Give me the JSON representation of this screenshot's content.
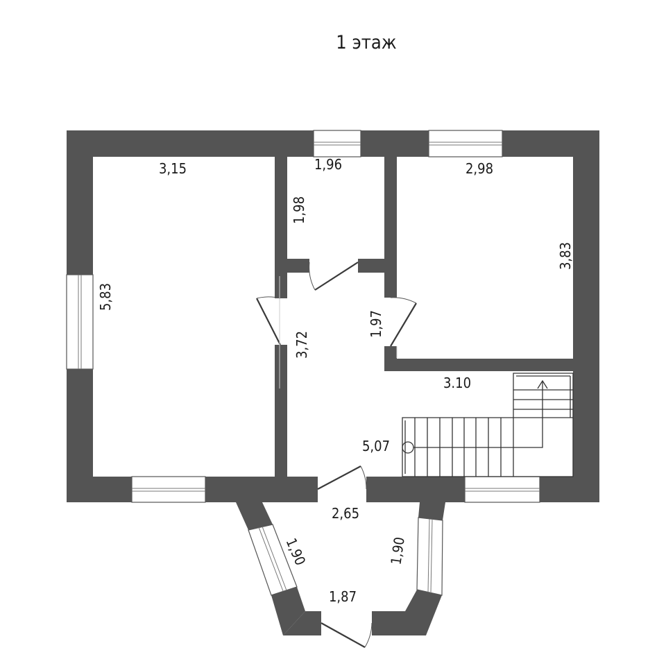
{
  "plan": {
    "title": "1 этаж",
    "dimensions": {
      "left_room_width": "3,15",
      "left_room_length": "5,83",
      "small_room_width": "1,96",
      "small_room_length": "1,98",
      "right_room_width": "2,98",
      "right_room_length": "3,83",
      "hall_length": "3,72",
      "hall_door_width": "1,97",
      "stair_area_width": "3.10",
      "hall_width": "5,07",
      "porch_width": "2,65",
      "porch_left_side": "1,90",
      "porch_right_side": "1,90",
      "porch_front": "1,87"
    },
    "colors": {
      "wall": "#545454",
      "background": "#ffffff"
    }
  }
}
